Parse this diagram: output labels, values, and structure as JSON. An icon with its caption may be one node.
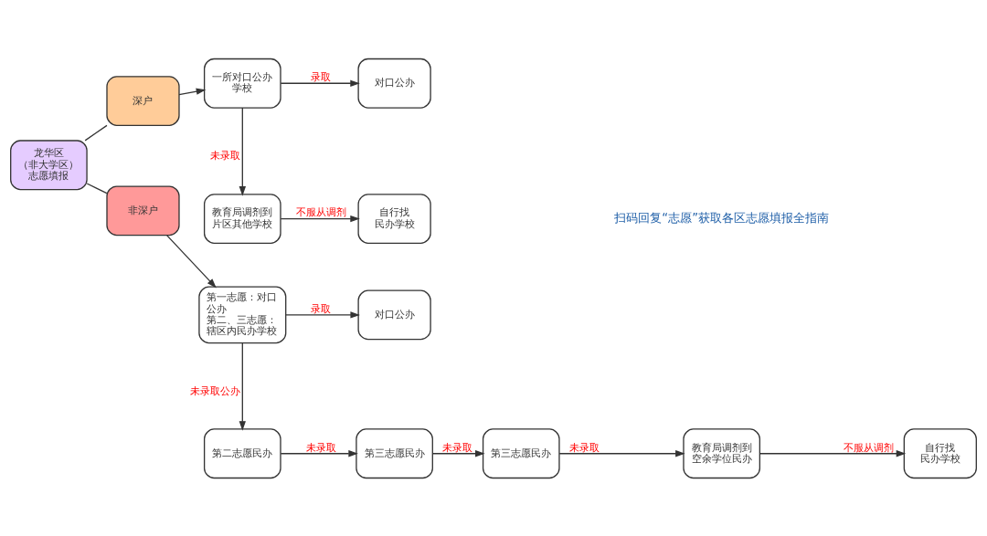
{
  "diagram": {
    "nodes": [
      {
        "text": [
          "龙华区（非大学区）志愿填报"
        ]
      },
      {
        "text": [
          "深户"
        ]
      },
      {
        "text": [
          "一所对口公办学校"
        ]
      },
      {
        "text": [
          "教育局调剂到片区其他学校"
        ]
      },
      {
        "text": [
          "自行找民办学校"
        ]
      },
      {
        "text": [
          "对口公办"
        ]
      },
      {
        "text": [
          "非深户"
        ]
      },
      {
        "text": [
          "第一志愿：对口公办",
          "第二、三志愿：辖区内民办学校"
        ]
      },
      {
        "text": [
          "对口公办"
        ]
      },
      {
        "text": [
          "第二志愿民办"
        ]
      },
      {
        "text": [
          "第三志愿民办"
        ]
      },
      {
        "text": [
          "第三志愿民办"
        ]
      },
      {
        "text": [
          "教育局调剂到空余学位民办"
        ]
      },
      {
        "text": [
          "自行找民办学校"
        ]
      }
    ],
    "edges": [
      {
        "from": 0,
        "to": 1,
        "arrow": "none"
      },
      {
        "from": 0,
        "to": 6,
        "arrow": "none"
      },
      {
        "from": 1,
        "to": 2,
        "arrow": "to"
      },
      {
        "from": 2,
        "to": 3,
        "arrow": "to",
        "label": "未录取"
      },
      {
        "from": 3,
        "to": 4,
        "arrow": "to",
        "label": "不服从调剂"
      },
      {
        "from": 2,
        "to": 5,
        "arrow": "to",
        "label": "录取"
      },
      {
        "from": 6,
        "to": 7,
        "arrow": "to"
      },
      {
        "from": 7,
        "to": 8,
        "arrow": "to",
        "label": "录取"
      },
      {
        "from": 7,
        "to": 9,
        "arrow": "to",
        "label": "未录取公办"
      },
      {
        "from": 9,
        "to": 10,
        "arrow": "to",
        "label": "未录取"
      },
      {
        "from": 10,
        "to": 11,
        "arrow": "to",
        "label": "未录取"
      },
      {
        "from": 11,
        "to": 12,
        "arrow": "to",
        "label": "未录取"
      },
      {
        "from": 12,
        "to": 13,
        "arrow": "to",
        "label": "不服从调剂"
      }
    ],
    "labels": [
      "扫码回复“志愿”获取各区志愿填报全指南"
    ]
  }
}
